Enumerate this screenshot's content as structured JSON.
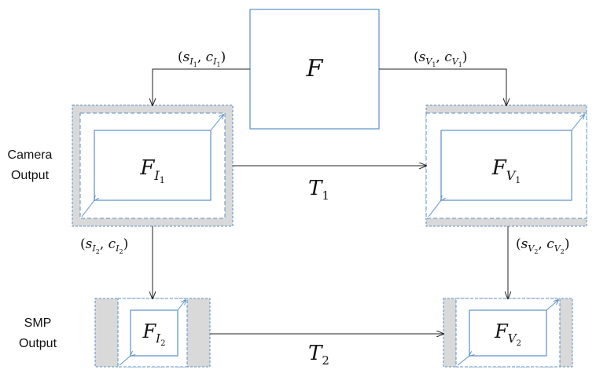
{
  "colors": {
    "frame_stroke": "#5b8fc7",
    "padding_fill": "#d9d9d9",
    "arrow": "#222222",
    "text": "#111111"
  },
  "row_labels": {
    "camera": [
      "Camera",
      "Output"
    ],
    "smp": [
      "SMP",
      "Output"
    ]
  },
  "nodes": {
    "F": {
      "main": "F"
    },
    "FI1": {
      "main": "F",
      "sub": "I",
      "subsub": "1"
    },
    "FV1": {
      "main": "F",
      "sub": "V",
      "subsub": "1"
    },
    "FI2": {
      "main": "F",
      "sub": "I",
      "subsub": "2"
    },
    "FV2": {
      "main": "F",
      "sub": "V",
      "subsub": "2"
    }
  },
  "edge_labels": {
    "sc_I1": {
      "open": "(",
      "s": "s",
      "sub1": "I",
      "subsub1": "1",
      "comma": ", ",
      "c": "c",
      "sub2": "I",
      "subsub2": "1",
      "close": ")"
    },
    "sc_V1": {
      "open": "(",
      "s": "s",
      "sub1": "V",
      "subsub1": "1",
      "comma": ", ",
      "c": "c",
      "sub2": "V",
      "subsub2": "1",
      "close": ")"
    },
    "sc_I2": {
      "open": "(",
      "s": "s",
      "sub1": "I",
      "subsub1": "2",
      "comma": ", ",
      "c": "c",
      "sub2": "I",
      "subsub2": "2",
      "close": ")"
    },
    "sc_V2": {
      "open": "(",
      "s": "s",
      "sub1": "V",
      "subsub1": "2",
      "comma": ", ",
      "c": "c",
      "sub2": "V",
      "subsub2": "2",
      "close": ")"
    },
    "T1": {
      "main": "T",
      "sub": "1"
    },
    "T2": {
      "main": "T",
      "sub": "2"
    }
  }
}
